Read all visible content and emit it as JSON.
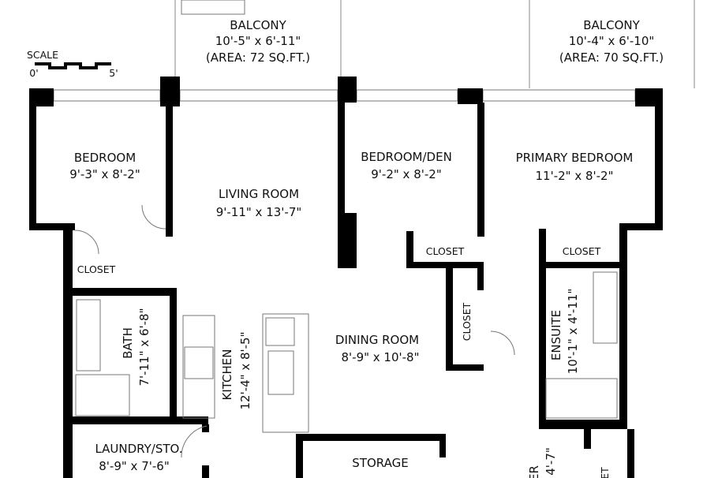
{
  "scale": {
    "label": "SCALE",
    "start": "0'",
    "end": "5'"
  },
  "rooms": {
    "balcony_left": {
      "name": "BALCONY",
      "dims": "10'-5\" x 6'-11\"",
      "area": "(AREA: 72 SQ.FT.)"
    },
    "balcony_right": {
      "name": "BALCONY",
      "dims": "10'-4\" x 6'-10\"",
      "area": "(AREA: 70 SQ.FT.)"
    },
    "bedroom": {
      "name": "BEDROOM",
      "dims": "9'-3\" x 8'-2\""
    },
    "living_room": {
      "name": "LIVING ROOM",
      "dims": "9'-11\" x 13'-7\""
    },
    "bedroom_den": {
      "name": "BEDROOM/DEN",
      "dims": "9'-2\" x 8'-2\""
    },
    "primary_bedroom": {
      "name": "PRIMARY BEDROOM",
      "dims": "11'-2\" x 8'-2\""
    },
    "closet_bedroom": {
      "name": "CLOSET"
    },
    "closet_den": {
      "name": "CLOSET"
    },
    "closet_primary": {
      "name": "CLOSET"
    },
    "closet_hall": {
      "name": "CLOSET"
    },
    "bath": {
      "name": "BATH",
      "dims": "7'-11\" x 6'-8\""
    },
    "kitchen": {
      "name": "KITCHEN",
      "dims": "12'-4\" x 8'-5\""
    },
    "dining_room": {
      "name": "DINING ROOM",
      "dims": "8'-9\" x 10'-8\""
    },
    "ensuite": {
      "name": "ENSUITE",
      "dims": "10'-1\" x 4'-11\""
    },
    "laundry": {
      "name": "LAUNDRY/STO.",
      "dims": "8'-9\" x 7'-6\""
    },
    "storage": {
      "name": "STORAGE"
    },
    "partial_room": {
      "name": "ER",
      "dims": "4'-7\""
    },
    "partial_closet": {
      "name": "ET"
    }
  }
}
